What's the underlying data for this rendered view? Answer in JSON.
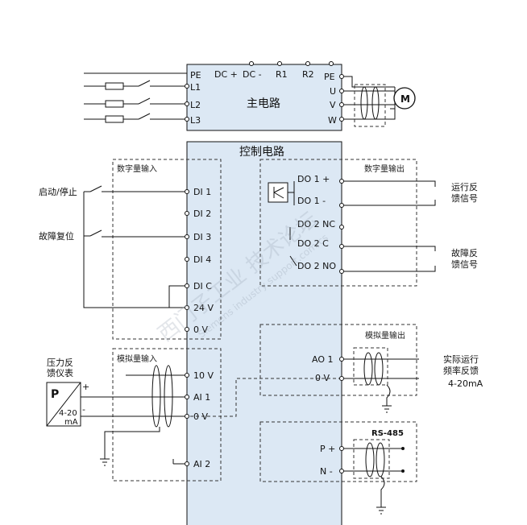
{
  "main_circuit": {
    "title": "主电路",
    "top_terminals": [
      "DC +",
      "DC -",
      "R1",
      "R2"
    ],
    "left_terminals": [
      "PE",
      "L1",
      "L2",
      "L3"
    ],
    "right_terminals": [
      "PE",
      "U",
      "V",
      "W"
    ],
    "motor": "M"
  },
  "control_circuit": {
    "title": "控制电路",
    "left_terminals": [
      "DI 1",
      "DI 2",
      "DI 3",
      "DI 4",
      "DI C",
      "24 V",
      "0 V",
      "10 V",
      "AI 1",
      "0 V",
      "AI 2"
    ],
    "right_terminals": [
      "DO 1 +",
      "DO 1 -",
      "DO 2 NC",
      "DO 2 C",
      "DO 2 NO",
      "AO 1",
      "0 V",
      "P +",
      "N -"
    ]
  },
  "groups": {
    "digital_input": "数字量输入",
    "analog_input": "模拟量输入",
    "digital_output": "数字量输出",
    "analog_output": "模拟量输出",
    "rs485": "RS-485"
  },
  "external": {
    "start_stop": "启动/停止",
    "fault_reset": "故障复位",
    "pressure_line1": "压力反",
    "pressure_line2": "馈仪表",
    "transmitter_p": "P",
    "transmitter_range1": "4-20",
    "transmitter_range2": "mA",
    "plus": "+",
    "minus": "-",
    "run_fb_line1": "运行反",
    "run_fb_line2": "馈信号",
    "fault_fb_line1": "故障反",
    "fault_fb_line2": "馈信号",
    "freq_fb_line1": "实际运行",
    "freq_fb_line2": "频率反馈",
    "freq_fb_line3": "4-20mA"
  },
  "watermark": {
    "cn": "西门子工业 技术论坛",
    "en": "Siemens industry support.com/cs"
  }
}
